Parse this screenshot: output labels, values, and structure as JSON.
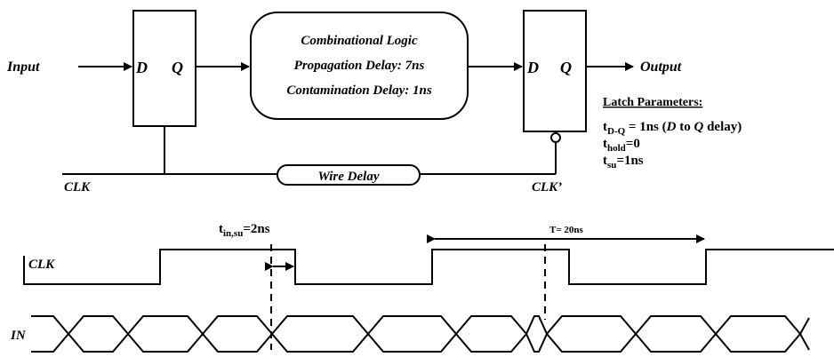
{
  "circuit": {
    "input_label": "Input",
    "output_label": "Output",
    "latch1": {
      "d": "D",
      "q": "Q"
    },
    "latch2": {
      "d": "D",
      "q": "Q"
    },
    "logic": {
      "title": "Combinational Logic",
      "prop": "Propagation Delay: 7ns",
      "cont": "Contamination Delay: 1ns"
    },
    "wire_delay": "Wire Delay",
    "clk": "CLK",
    "clk_prime": "CLK’"
  },
  "params": {
    "title": "Latch Parameters:",
    "tdq": {
      "t": "t",
      "sub": "D-Q",
      "eq": " = 1ns (",
      "d": "D",
      "to": " to ",
      "q": "Q",
      "end": " delay)"
    },
    "thold": {
      "t": "t",
      "sub": "hold",
      "eq": "=0"
    },
    "tsu": {
      "t": "t",
      "sub": "su",
      "eq": "=1ns"
    }
  },
  "timing": {
    "tin_su": {
      "t": "t",
      "sub": "in,su",
      "eq": "=2ns"
    },
    "period": "T= 20ns",
    "clk": "CLK",
    "in": "IN"
  }
}
